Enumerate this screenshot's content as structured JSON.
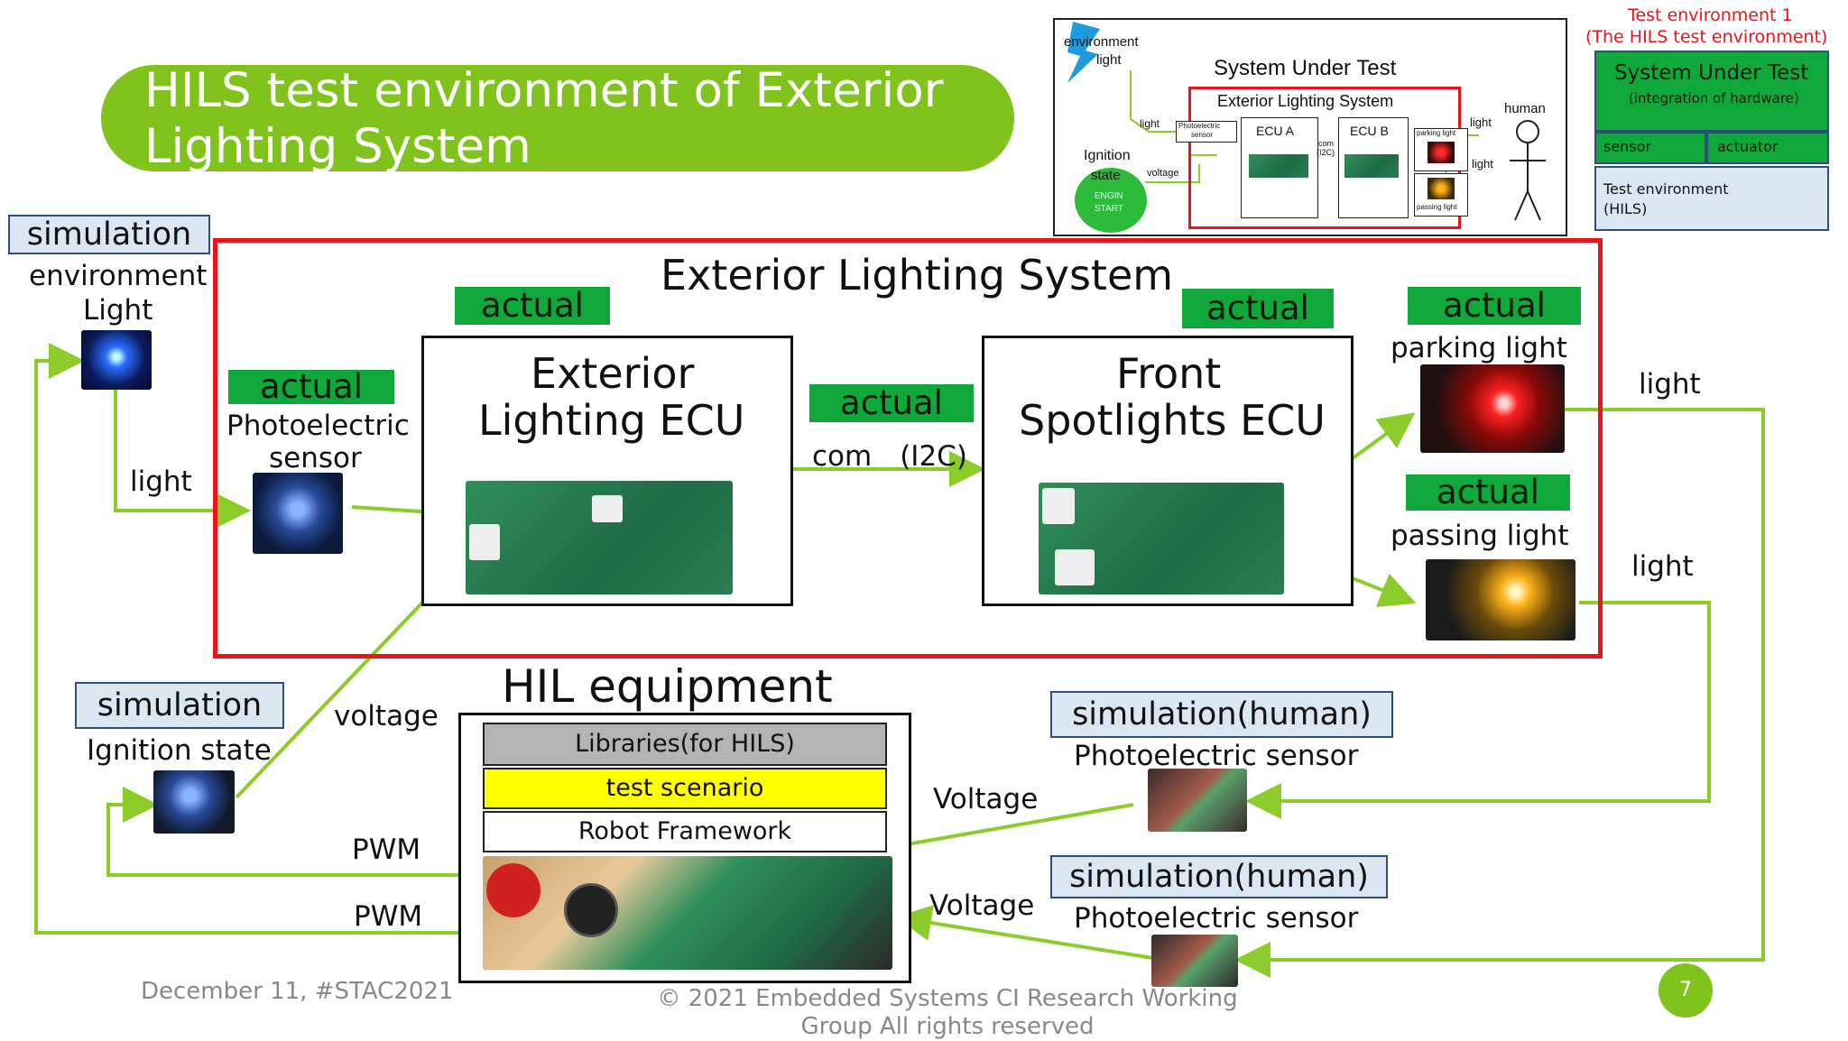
{
  "title": "HILS test environment of Exterior Lighting System",
  "footer": {
    "date": "December 11, #STAC2021",
    "copyright": "© 2021 Embedded Systems CI Research Working Group All rights reserved",
    "page_number": "7"
  },
  "legend": {
    "env_label_1": "Test environment 1",
    "env_label_2": "(The HILS test environment)",
    "sut_title": "System Under Test",
    "sut_sub": "(integration of hardware)",
    "sensor": "sensor",
    "actuator": "actuator",
    "test_env_1": "Test environment",
    "test_env_2": "(HILS)"
  },
  "thumbnail": {
    "environment": "environment",
    "light_top": "light",
    "sut_title": "System Under Test",
    "els": "Exterior Lighting System",
    "light_in": "light",
    "photo_sensor_1": "Photoelectric",
    "photo_sensor_2": "sensor",
    "ecu_a": "ECU A",
    "ecu_b": "ECU B",
    "com": "com",
    "i2c": "(I2C)",
    "parking": "parking light",
    "passing": "passing light",
    "light_out_1": "light",
    "light_out_2": "light",
    "human": "human",
    "ignition": "Ignition",
    "state": "state",
    "voltage": "voltage",
    "engin": "ENGIN",
    "start": "START"
  },
  "main": {
    "simulation_tag": "simulation",
    "environment": "environment",
    "light_src": "Light",
    "light_arrow": "light",
    "els_title": "Exterior Lighting System",
    "actual": "actual",
    "photo_sensor_1": "Photoelectric",
    "photo_sensor_2": "sensor",
    "ecu1_line1": "Exterior",
    "ecu1_line2": "Lighting ECU",
    "com": "com　(I2C)",
    "ecu2_line1": "Front",
    "ecu2_line2": "Spotlights ECU",
    "parking_light": "parking light",
    "passing_light": "passing light",
    "light_out_1": "light",
    "light_out_2": "light",
    "ignition_tag": "simulation",
    "ignition_state": "Ignition state",
    "voltage_label": "voltage",
    "pwm_1": "PWM",
    "pwm_2": "PWM",
    "hil_title": "HIL equipment",
    "hil_libraries": "Libraries(for HILS)",
    "hil_scenario": "test scenario",
    "hil_framework": "Robot Framework",
    "human_tag": "simulation(human)",
    "human_sensor": "Photoelectric sensor",
    "voltage_1": "Voltage",
    "voltage_2": "Voltage"
  },
  "colors": {
    "accent_green": "#7fc31c",
    "tag_green": "#11a83b",
    "tag_blue": "#dbe6f3",
    "alert_red": "#e8161b",
    "scenario_yellow": "#ffff00",
    "library_gray": "#b4b4b4"
  }
}
